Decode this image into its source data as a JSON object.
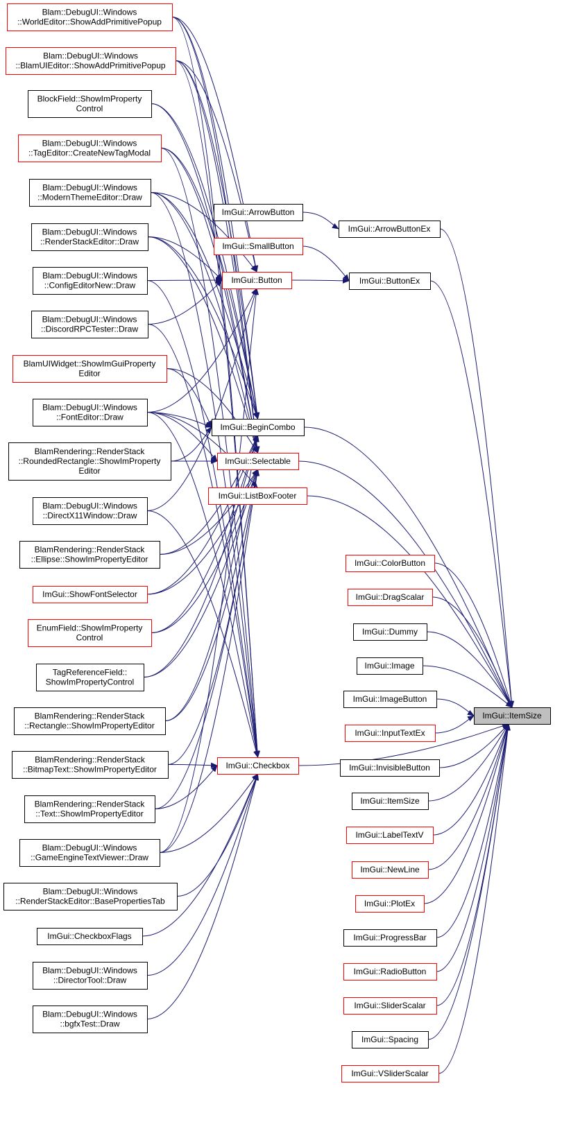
{
  "colors": {
    "edge": "#191970",
    "border_normal": "#000000",
    "border_truncated": "#ff0000",
    "fill_normal": "#ffffff",
    "fill_target": "#bfbfbf"
  },
  "nodes": [
    {
      "id": "worldeditor_addprim",
      "lines": [
        "Blam::DebugUI::Windows",
        "::WorldEditor::ShowAddPrimitivePopup"
      ],
      "border": "red"
    },
    {
      "id": "blamuieditor_addprim",
      "lines": [
        "Blam::DebugUI::Windows",
        "::BlamUIEditor::ShowAddPrimitivePopup"
      ],
      "border": "red"
    },
    {
      "id": "blockfield_showim",
      "lines": [
        "BlockField::ShowImProperty",
        "Control"
      ],
      "border": "black"
    },
    {
      "id": "tageditor_createnew",
      "lines": [
        "Blam::DebugUI::Windows",
        "::TagEditor::CreateNewTagModal"
      ],
      "border": "red"
    },
    {
      "id": "modernthemeeditor_draw",
      "lines": [
        "Blam::DebugUI::Windows",
        "::ModernThemeEditor::Draw"
      ],
      "border": "black"
    },
    {
      "id": "renderstackeditor_draw",
      "lines": [
        "Blam::DebugUI::Windows",
        "::RenderStackEditor::Draw"
      ],
      "border": "black"
    },
    {
      "id": "configeditornew_draw",
      "lines": [
        "Blam::DebugUI::Windows",
        "::ConfigEditorNew::Draw"
      ],
      "border": "black"
    },
    {
      "id": "discordrpctester_draw",
      "lines": [
        "Blam::DebugUI::Windows",
        "::DiscordRPCTester::Draw"
      ],
      "border": "black"
    },
    {
      "id": "blamuiwidget_showimgui",
      "lines": [
        "BlamUIWidget::ShowImGuiProperty",
        "Editor"
      ],
      "border": "red"
    },
    {
      "id": "fonteditor_draw",
      "lines": [
        "Blam::DebugUI::Windows",
        "::FontEditor::Draw"
      ],
      "border": "black"
    },
    {
      "id": "roundedrect_showim",
      "lines": [
        "BlamRendering::RenderStack",
        "::RoundedRectangle::ShowImProperty",
        "Editor"
      ],
      "border": "black"
    },
    {
      "id": "directx11window_draw",
      "lines": [
        "Blam::DebugUI::Windows",
        "::DirectX11Window::Draw"
      ],
      "border": "black"
    },
    {
      "id": "ellipse_showim",
      "lines": [
        "BlamRendering::RenderStack",
        "::Ellipse::ShowImPropertyEditor"
      ],
      "border": "black"
    },
    {
      "id": "showfontselector",
      "lines": [
        "ImGui::ShowFontSelector"
      ],
      "border": "red"
    },
    {
      "id": "enumfield_showim",
      "lines": [
        "EnumField::ShowImProperty",
        "Control"
      ],
      "border": "red"
    },
    {
      "id": "tagreferencefield_showim",
      "lines": [
        "TagReferenceField::",
        "ShowImPropertyControl"
      ],
      "border": "black"
    },
    {
      "id": "rectangle_showim",
      "lines": [
        "BlamRendering::RenderStack",
        "::Rectangle::ShowImPropertyEditor"
      ],
      "border": "black"
    },
    {
      "id": "bitmaptext_showim",
      "lines": [
        "BlamRendering::RenderStack",
        "::BitmapText::ShowImPropertyEditor"
      ],
      "border": "black"
    },
    {
      "id": "text_showim",
      "lines": [
        "BlamRendering::RenderStack",
        "::Text::ShowImPropertyEditor"
      ],
      "border": "black"
    },
    {
      "id": "gameenginetextviewer_draw",
      "lines": [
        "Blam::DebugUI::Windows",
        "::GameEngineTextViewer::Draw"
      ],
      "border": "black"
    },
    {
      "id": "renderstackeditor_baseprops",
      "lines": [
        "Blam::DebugUI::Windows",
        "::RenderStackEditor::BasePropertiesTab"
      ],
      "border": "black"
    },
    {
      "id": "checkboxflags",
      "lines": [
        "ImGui::CheckboxFlags"
      ],
      "border": "black"
    },
    {
      "id": "directortool_draw",
      "lines": [
        "Blam::DebugUI::Windows",
        "::DirectorTool::Draw"
      ],
      "border": "black"
    },
    {
      "id": "bgfxtest_draw",
      "lines": [
        "Blam::DebugUI::Windows",
        "::bgfxTest::Draw"
      ],
      "border": "black"
    },
    {
      "id": "arrowbutton",
      "lines": [
        "ImGui::ArrowButton"
      ],
      "border": "black"
    },
    {
      "id": "smallbutton",
      "lines": [
        "ImGui::SmallButton"
      ],
      "border": "red"
    },
    {
      "id": "button",
      "lines": [
        "ImGui::Button"
      ],
      "border": "red"
    },
    {
      "id": "begincombo",
      "lines": [
        "ImGui::BeginCombo"
      ],
      "border": "black"
    },
    {
      "id": "selectable",
      "lines": [
        "ImGui::Selectable"
      ],
      "border": "red"
    },
    {
      "id": "listboxfooter",
      "lines": [
        "ImGui::ListBoxFooter"
      ],
      "border": "red"
    },
    {
      "id": "checkbox",
      "lines": [
        "ImGui::Checkbox"
      ],
      "border": "red"
    },
    {
      "id": "arrowbuttonex",
      "lines": [
        "ImGui::ArrowButtonEx"
      ],
      "border": "black"
    },
    {
      "id": "buttonex",
      "lines": [
        "ImGui::ButtonEx"
      ],
      "border": "black"
    },
    {
      "id": "colorbutton",
      "lines": [
        "ImGui::ColorButton"
      ],
      "border": "red"
    },
    {
      "id": "dragscalar",
      "lines": [
        "ImGui::DragScalar"
      ],
      "border": "red"
    },
    {
      "id": "dummy",
      "lines": [
        "ImGui::Dummy"
      ],
      "border": "black"
    },
    {
      "id": "image",
      "lines": [
        "ImGui::Image"
      ],
      "border": "black"
    },
    {
      "id": "imagebutton",
      "lines": [
        "ImGui::ImageButton"
      ],
      "border": "black"
    },
    {
      "id": "inputtextex",
      "lines": [
        "ImGui::InputTextEx"
      ],
      "border": "red"
    },
    {
      "id": "invisiblebutton",
      "lines": [
        "ImGui::InvisibleButton"
      ],
      "border": "black"
    },
    {
      "id": "itemsize_overload",
      "lines": [
        "ImGui::ItemSize"
      ],
      "border": "black"
    },
    {
      "id": "labeltextv",
      "lines": [
        "ImGui::LabelTextV"
      ],
      "border": "red"
    },
    {
      "id": "newline",
      "lines": [
        "ImGui::NewLine"
      ],
      "border": "red"
    },
    {
      "id": "plotex",
      "lines": [
        "ImGui::PlotEx"
      ],
      "border": "red"
    },
    {
      "id": "progressbar",
      "lines": [
        "ImGui::ProgressBar"
      ],
      "border": "black"
    },
    {
      "id": "radiobutton",
      "lines": [
        "ImGui::RadioButton"
      ],
      "border": "red"
    },
    {
      "id": "sliderscalar",
      "lines": [
        "ImGui::SliderScalar"
      ],
      "border": "red"
    },
    {
      "id": "spacing",
      "lines": [
        "ImGui::Spacing"
      ],
      "border": "black"
    },
    {
      "id": "vsliderscalar",
      "lines": [
        "ImGui::VSliderScalar"
      ],
      "border": "red"
    },
    {
      "id": "itemsize_target",
      "lines": [
        "ImGui::ItemSize"
      ],
      "border": "black",
      "highlight": true
    }
  ],
  "edges": [
    [
      "arrowbutton",
      "arrowbuttonex"
    ],
    [
      "arrowbuttonex",
      "itemsize_target"
    ],
    [
      "smallbutton",
      "buttonex"
    ],
    [
      "button",
      "buttonex"
    ],
    [
      "buttonex",
      "itemsize_target"
    ],
    [
      "begincombo",
      "itemsize_target"
    ],
    [
      "selectable",
      "itemsize_target"
    ],
    [
      "listboxfooter",
      "itemsize_target"
    ],
    [
      "checkbox",
      "itemsize_target"
    ],
    [
      "colorbutton",
      "itemsize_target"
    ],
    [
      "dragscalar",
      "itemsize_target"
    ],
    [
      "dummy",
      "itemsize_target"
    ],
    [
      "image",
      "itemsize_target"
    ],
    [
      "imagebutton",
      "itemsize_target"
    ],
    [
      "inputtextex",
      "itemsize_target"
    ],
    [
      "invisiblebutton",
      "itemsize_target"
    ],
    [
      "itemsize_overload",
      "itemsize_target"
    ],
    [
      "labeltextv",
      "itemsize_target"
    ],
    [
      "newline",
      "itemsize_target"
    ],
    [
      "plotex",
      "itemsize_target"
    ],
    [
      "progressbar",
      "itemsize_target"
    ],
    [
      "radiobutton",
      "itemsize_target"
    ],
    [
      "sliderscalar",
      "itemsize_target"
    ],
    [
      "spacing",
      "itemsize_target"
    ],
    [
      "vsliderscalar",
      "itemsize_target"
    ],
    [
      "worldeditor_addprim",
      "button"
    ],
    [
      "worldeditor_addprim",
      "begincombo"
    ],
    [
      "worldeditor_addprim",
      "selectable"
    ],
    [
      "worldeditor_addprim",
      "checkbox"
    ],
    [
      "blamuieditor_addprim",
      "button"
    ],
    [
      "blamuieditor_addprim",
      "begincombo"
    ],
    [
      "blamuieditor_addprim",
      "selectable"
    ],
    [
      "blamuieditor_addprim",
      "checkbox"
    ],
    [
      "blockfield_showim",
      "begincombo"
    ],
    [
      "blockfield_showim",
      "selectable"
    ],
    [
      "tageditor_createnew",
      "begincombo"
    ],
    [
      "tageditor_createnew",
      "selectable"
    ],
    [
      "tageditor_createnew",
      "checkbox"
    ],
    [
      "modernthemeeditor_draw",
      "button"
    ],
    [
      "modernthemeeditor_draw",
      "begincombo"
    ],
    [
      "modernthemeeditor_draw",
      "selectable"
    ],
    [
      "modernthemeeditor_draw",
      "checkbox"
    ],
    [
      "renderstackeditor_draw",
      "button"
    ],
    [
      "renderstackeditor_draw",
      "begincombo"
    ],
    [
      "renderstackeditor_draw",
      "selectable"
    ],
    [
      "configeditornew_draw",
      "button"
    ],
    [
      "configeditornew_draw",
      "checkbox"
    ],
    [
      "discordrpctester_draw",
      "button"
    ],
    [
      "discordrpctester_draw",
      "checkbox"
    ],
    [
      "blamuiwidget_showimgui",
      "begincombo"
    ],
    [
      "blamuiwidget_showimgui",
      "selectable"
    ],
    [
      "fonteditor_draw",
      "button"
    ],
    [
      "fonteditor_draw",
      "begincombo"
    ],
    [
      "fonteditor_draw",
      "selectable"
    ],
    [
      "fonteditor_draw",
      "listboxfooter"
    ],
    [
      "fonteditor_draw",
      "checkbox"
    ],
    [
      "roundedrect_showim",
      "selectable"
    ],
    [
      "roundedrect_showim",
      "begincombo"
    ],
    [
      "directx11window_draw",
      "button"
    ],
    [
      "directx11window_draw",
      "checkbox"
    ],
    [
      "ellipse_showim",
      "begincombo"
    ],
    [
      "ellipse_showim",
      "selectable"
    ],
    [
      "showfontselector",
      "begincombo"
    ],
    [
      "showfontselector",
      "selectable"
    ],
    [
      "enumfield_showim",
      "begincombo"
    ],
    [
      "enumfield_showim",
      "selectable"
    ],
    [
      "tagreferencefield_showim",
      "begincombo"
    ],
    [
      "tagreferencefield_showim",
      "selectable"
    ],
    [
      "rectangle_showim",
      "begincombo"
    ],
    [
      "rectangle_showim",
      "selectable"
    ],
    [
      "bitmaptext_showim",
      "checkbox"
    ],
    [
      "bitmaptext_showim",
      "selectable"
    ],
    [
      "text_showim",
      "checkbox"
    ],
    [
      "text_showim",
      "selectable"
    ],
    [
      "gameenginetextviewer_draw",
      "button"
    ],
    [
      "gameenginetextviewer_draw",
      "checkbox"
    ],
    [
      "gameenginetextviewer_draw",
      "selectable"
    ],
    [
      "renderstackeditor_baseprops",
      "checkbox"
    ],
    [
      "checkboxflags",
      "checkbox"
    ],
    [
      "directortool_draw",
      "checkbox"
    ],
    [
      "bgfxtest_draw",
      "checkbox"
    ]
  ]
}
